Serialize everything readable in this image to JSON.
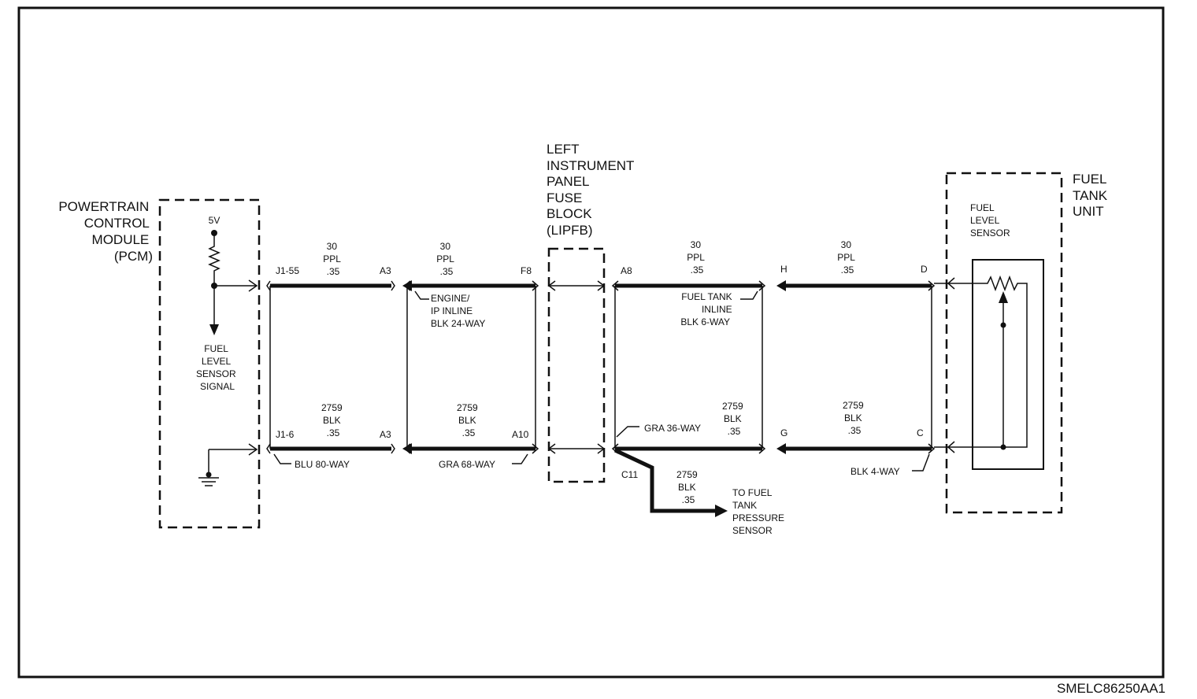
{
  "components": {
    "pcm": {
      "lines": [
        "POWERTRAIN",
        "CONTROL",
        "MODULE",
        "(PCM)"
      ],
      "voltage": "5V",
      "signal_lines": [
        "FUEL",
        "LEVEL",
        "SENSOR",
        "SIGNAL"
      ]
    },
    "lipfb": {
      "lines": [
        "LEFT",
        "INSTRUMENT",
        "PANEL",
        "FUSE",
        "BLOCK",
        "(LIPFB)"
      ]
    },
    "fuel_tank_unit": {
      "lines": [
        "FUEL",
        "TANK",
        "UNIT"
      ],
      "sensor_lines": [
        "FUEL",
        "LEVEL",
        "SENSOR"
      ]
    },
    "pressure_sensor": {
      "lines": [
        "TO FUEL",
        "TANK",
        "PRESSURE",
        "SENSOR"
      ]
    }
  },
  "pins": {
    "j1_55": "J1-55",
    "j1_6": "J1-6",
    "a3_top": "A3",
    "a3_bot": "A3",
    "f8": "F8",
    "a10": "A10",
    "a8": "A8",
    "c11": "C11",
    "h": "H",
    "g": "G",
    "d": "D",
    "c": "C"
  },
  "wires": {
    "w1_top": [
      "30",
      "PPL",
      ".35"
    ],
    "w2_top": [
      "30",
      "PPL",
      ".35"
    ],
    "w3_top": [
      "30",
      "PPL",
      ".35"
    ],
    "w4_top": [
      "30",
      "PPL",
      ".35"
    ],
    "w1_bot": [
      "2759",
      "BLK",
      ".35"
    ],
    "w2_bot": [
      "2759",
      "BLK",
      ".35"
    ],
    "w3_bot": [
      "2759",
      "BLK",
      ".35"
    ],
    "w4_bot": [
      "2759",
      "BLK",
      ".35"
    ],
    "branch": [
      "2759",
      "BLK",
      ".35"
    ]
  },
  "connectors": {
    "blu80": "BLU 80-WAY",
    "gra68": "GRA 68-WAY",
    "engine_inline": [
      "ENGINE/",
      "IP INLINE",
      "BLK 24-WAY"
    ],
    "fuel_tank_inline": [
      "FUEL TANK",
      "INLINE",
      "BLK 6-WAY"
    ],
    "gra36": "GRA 36-WAY",
    "blk4": "BLK 4-WAY"
  },
  "figure_code": "SMELC86250AA1"
}
